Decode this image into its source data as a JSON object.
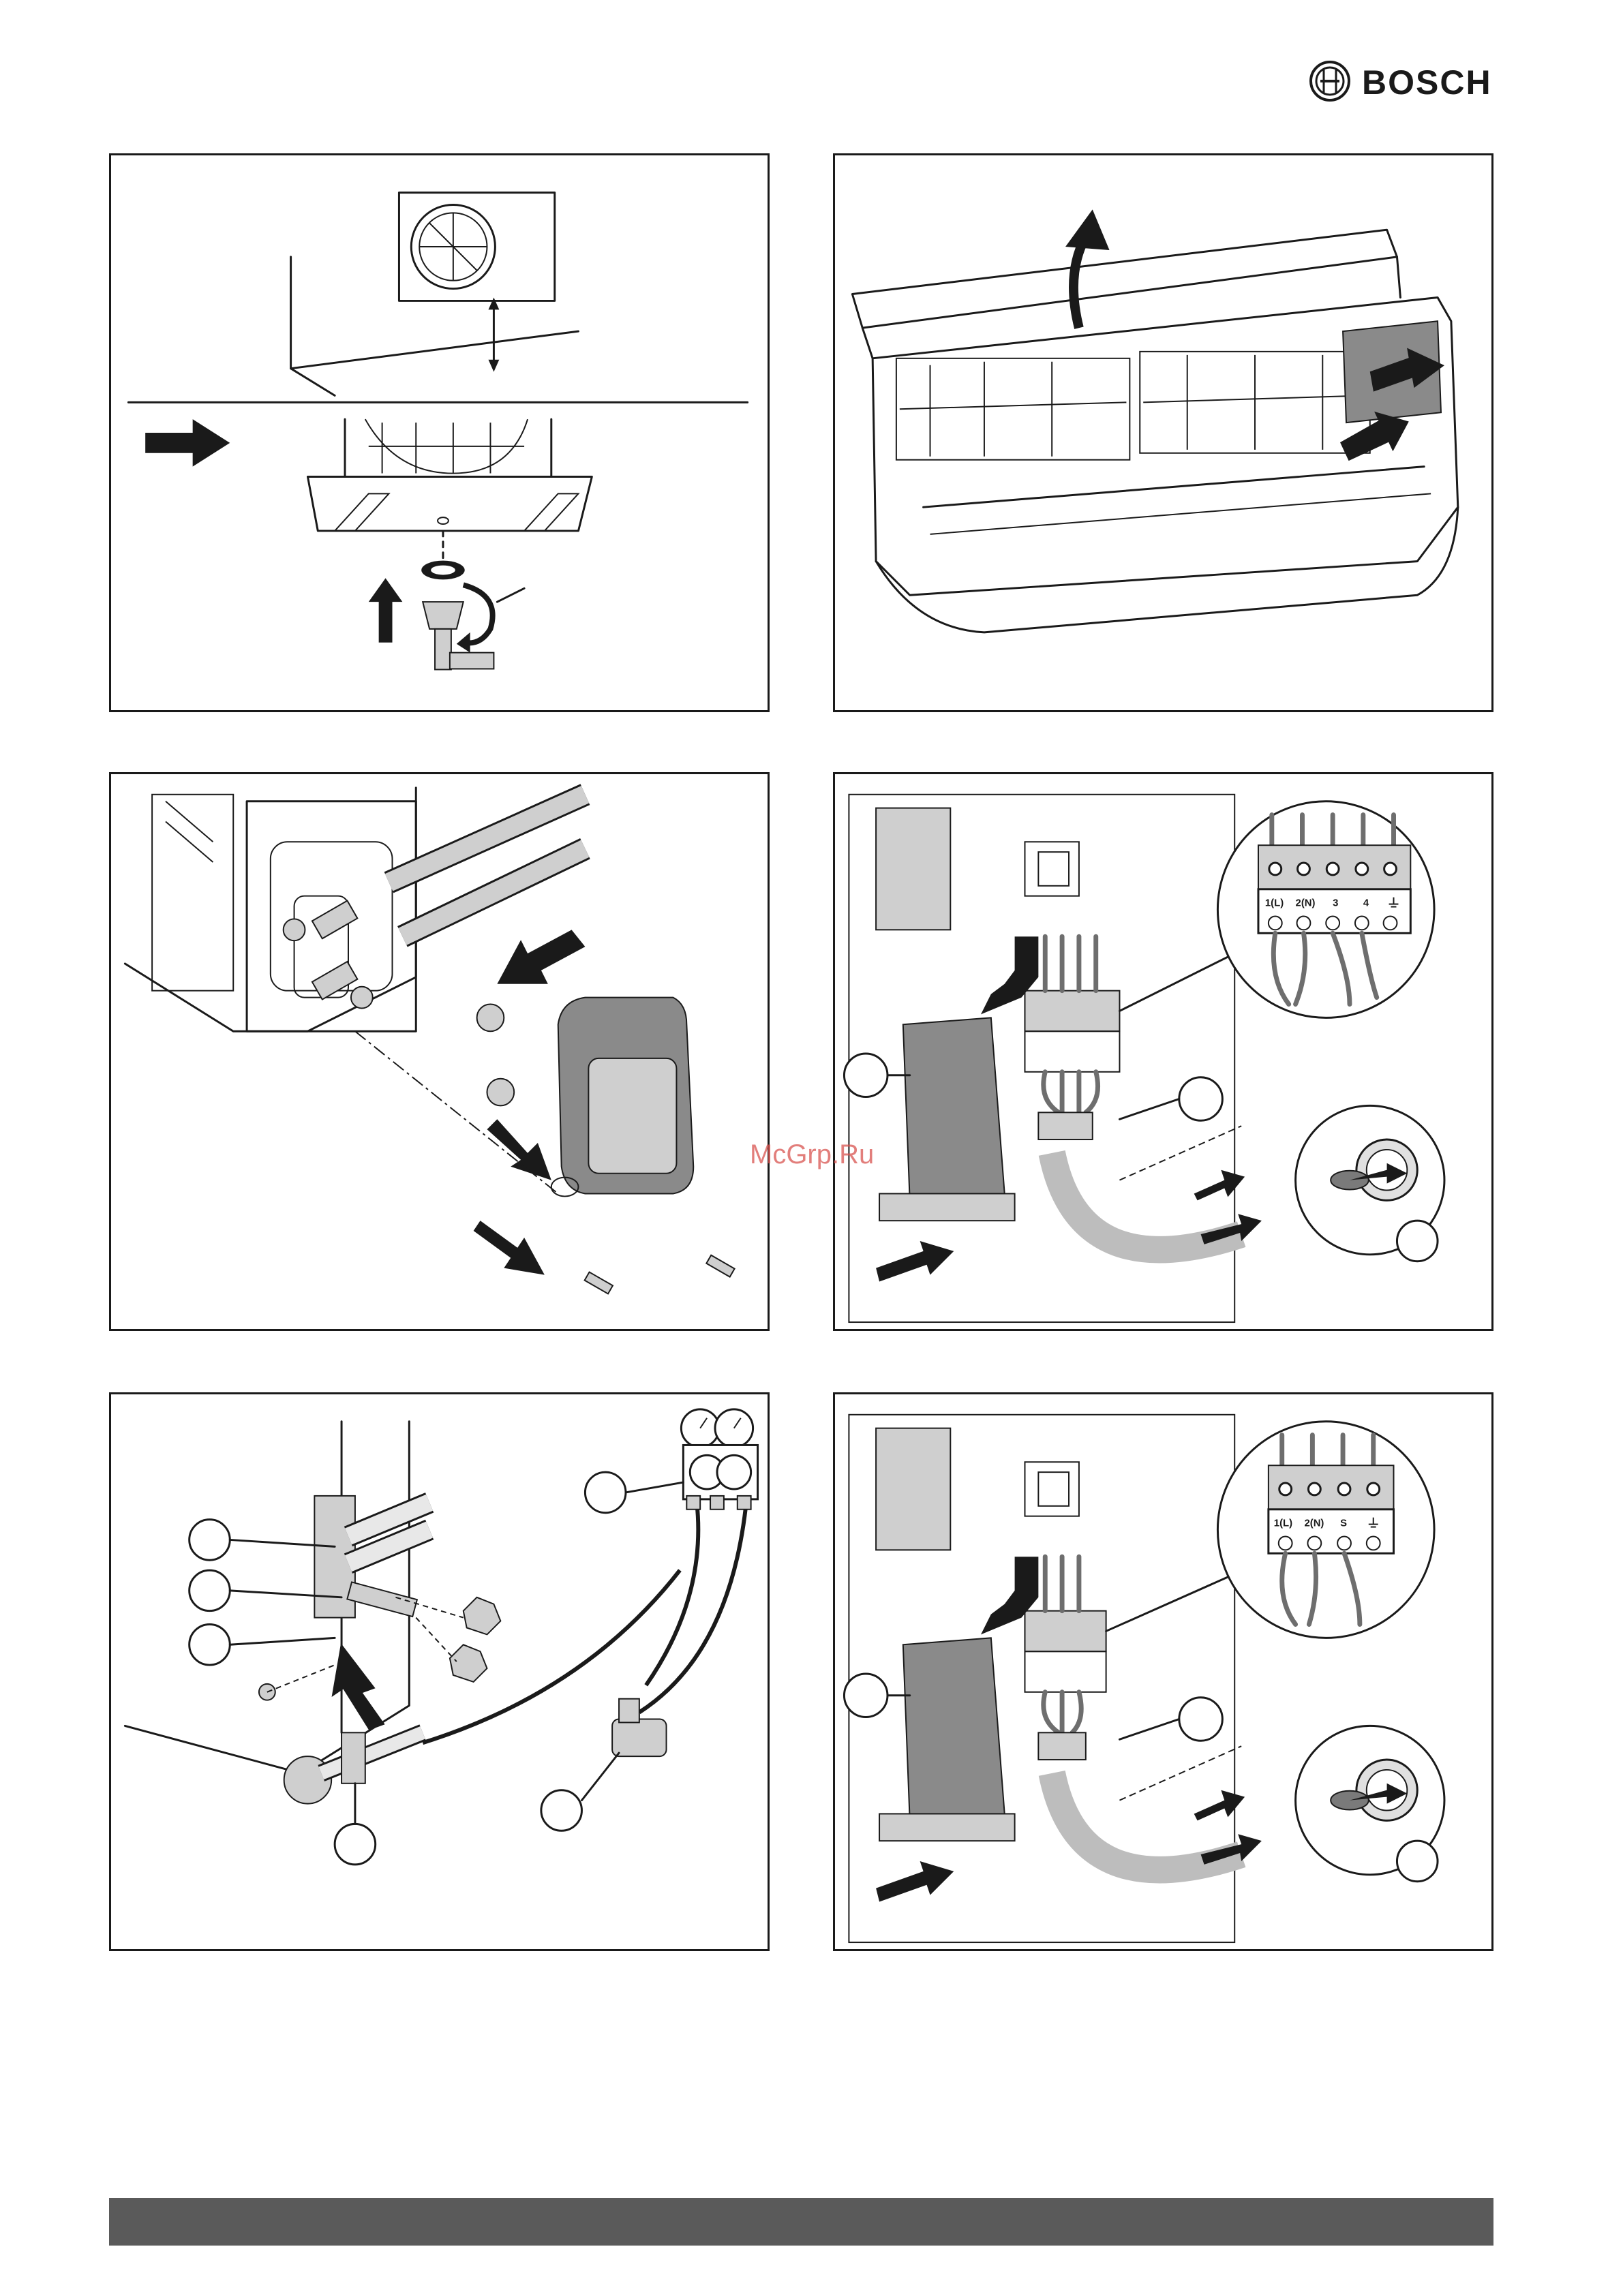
{
  "header": {
    "brand_name": "BOSCH",
    "brand_icon": "bosch-armature-logo-icon"
  },
  "figures": {
    "terminal_block_4pin": {
      "labels": [
        "1(L)",
        "2(N)",
        "3",
        "4"
      ],
      "ground_icon": "ground-symbol-icon"
    },
    "terminal_block_3pin": {
      "labels": [
        "1(L)",
        "2(N)",
        "S"
      ],
      "ground_icon": "ground-symbol-icon"
    }
  },
  "watermark": {
    "text": "McGrp.Ru"
  },
  "colors": {
    "line_art": "#1a1a1a",
    "footer_bar": "#5a5a5a",
    "watermark": "#d9534f"
  }
}
